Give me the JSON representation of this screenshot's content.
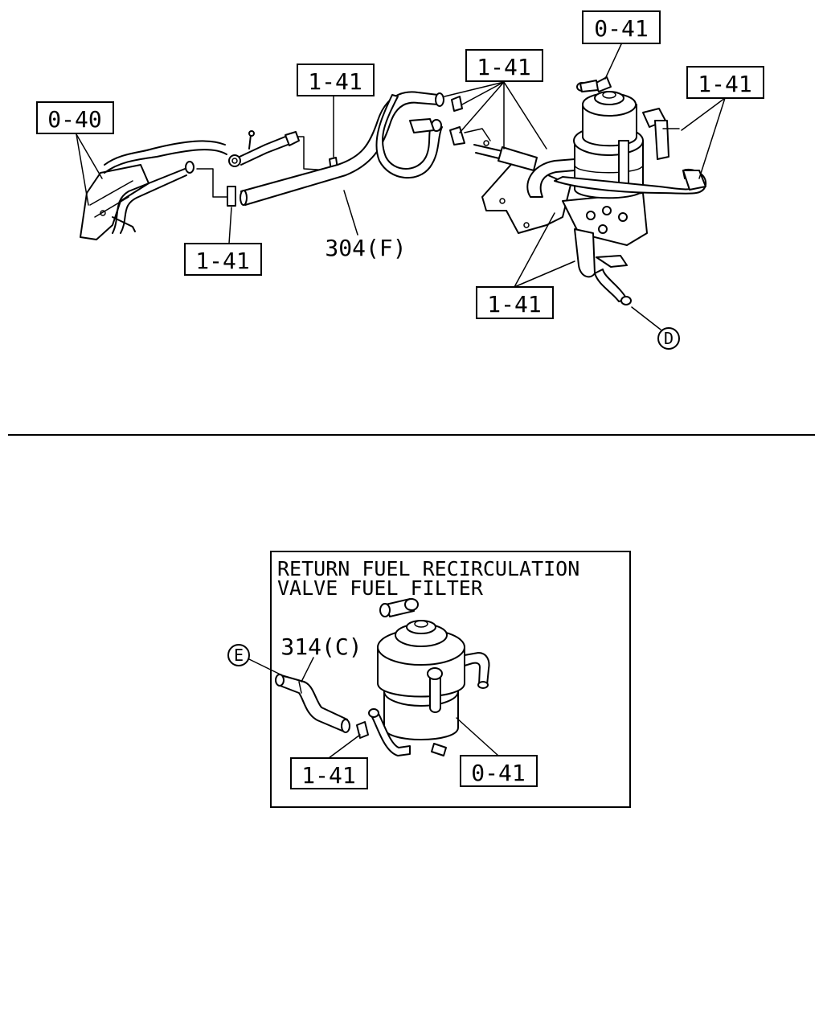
{
  "callouts": {
    "top_0_40": "0-40",
    "top_1_41_a": "1-41",
    "top_1_41_b": "1-41",
    "top_0_41": "0-41",
    "top_1_41_c": "1-41",
    "top_1_41_d": "1-41",
    "top_1_41_e": "1-41",
    "part_304": "304(F)",
    "connector_d": "D"
  },
  "inset": {
    "title_line1": "RETURN FUEL RECIRCULATION",
    "title_line2": "VALVE FUEL FILTER",
    "part_314": "314(C)",
    "connector_e": "E",
    "callout_1_41": "1-41",
    "callout_0_41": "0-41"
  }
}
